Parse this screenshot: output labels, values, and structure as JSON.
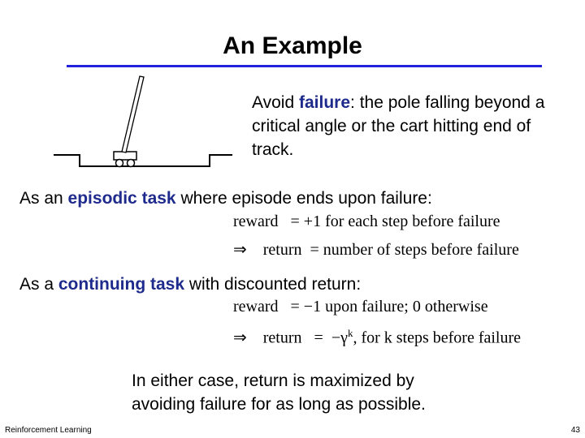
{
  "slide": {
    "title": "An Example",
    "intro": {
      "lead": "Avoid ",
      "term": "failure",
      "rest": ": the pole falling beyond a critical angle or the cart hitting end of track."
    },
    "episodic": {
      "prefix": "As an ",
      "term": "episodic task",
      "suffix": " where episode ends upon failure:",
      "line1": {
        "lhs": "reward",
        "rhs": "= +1  for each step before failure"
      },
      "line2": {
        "arrow": "⇒",
        "lhs": "return",
        "rhs": "=  number of steps before failure"
      }
    },
    "continuing": {
      "prefix": "As  a ",
      "term": "continuing task",
      "suffix": " with discounted return:",
      "line1": {
        "lhs": "reward",
        "rhs": "= −1  upon failure;  0 otherwise"
      },
      "line2": {
        "arrow": "⇒",
        "lhs": "return",
        "eq": "=",
        "neg_gamma": "−γ",
        "sup": "k",
        "rest": ",  for k steps before failure"
      }
    },
    "conclusion": "In either case, return is maximized by avoiding failure for as long as possible.",
    "footer_left": "Reinforcement Learning",
    "page_number": "43"
  },
  "colors": {
    "accent_rule": "#2222dd",
    "highlight_text": "#1e2b8c"
  }
}
